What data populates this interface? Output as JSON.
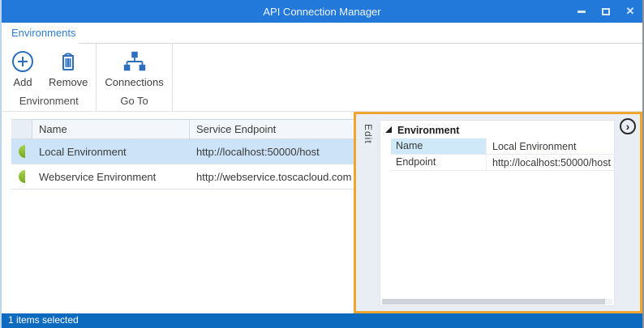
{
  "window": {
    "title": "API Connection Manager",
    "controls": {
      "close_glyph": "✕"
    }
  },
  "tabs": [
    {
      "label": "Environments"
    }
  ],
  "ribbon": {
    "groups": [
      {
        "label": "Environment",
        "buttons": [
          {
            "label": "Add",
            "icon": "add-circle-icon"
          },
          {
            "label": "Remove",
            "icon": "trash-icon"
          }
        ]
      },
      {
        "label": "Go To",
        "buttons": [
          {
            "label": "Connections",
            "icon": "connections-tree-icon"
          }
        ]
      }
    ]
  },
  "list": {
    "columns": {
      "name": "Name",
      "endpoint": "Service Endpoint"
    },
    "rows": [
      {
        "name": "Local Environment",
        "endpoint": "http://localhost:50000/host",
        "selected": true
      },
      {
        "name": "Webservice Environment",
        "endpoint": "http://webservice.toscacloud.com",
        "selected": false
      }
    ]
  },
  "edit_panel": {
    "tab_label": "Edit",
    "group_label": "Environment",
    "expand_glyph": "›",
    "properties": [
      {
        "label": "Name",
        "value": "Local Environment",
        "selected": true
      },
      {
        "label": "Endpoint",
        "value": "http://localhost:50000/host",
        "selected": false
      }
    ]
  },
  "status_bar": {
    "text": "1 items selected"
  },
  "colors": {
    "title_bar": "#2379da",
    "status_bar": "#0d6bbf",
    "highlight_border": "#f0a62e",
    "row_selection": "#cde4f8",
    "icon_accent": "#2d6fbe",
    "environment_icon_green": "#86b426"
  }
}
